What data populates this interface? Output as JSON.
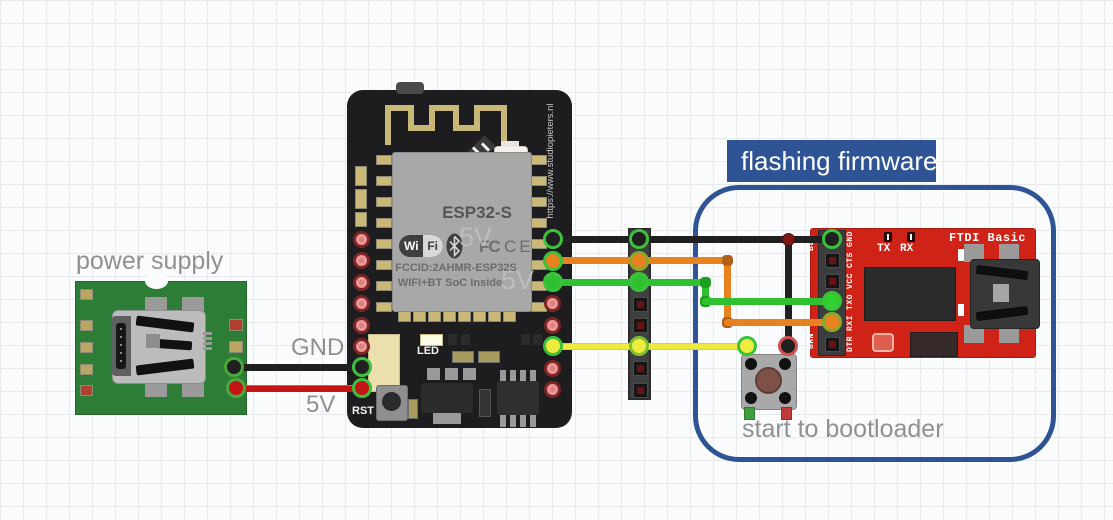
{
  "labels": {
    "power_supply": "power supply",
    "gnd": "GND",
    "v5": "5V",
    "flashing_title": "flashing firmware",
    "bootloader": "start to bootloader"
  },
  "esp32": {
    "name": "ESP32-S",
    "wifi_wi": "Wi",
    "wifi_fi": "Fi",
    "fcc": "FC",
    "ce": "CE",
    "watermark_5v": "5V",
    "fccid_line1": "FCCID:2AHMR-ESP32S",
    "fccid_line2": "WIFI+BT SoC Inside",
    "led": "LED",
    "rst": "RST",
    "url": "https://www.studiopieters.nl"
  },
  "ftdi": {
    "name": "FTDI Basic",
    "tx": "TX",
    "rx": "RX",
    "blk": "BLK",
    "grn": "GRN",
    "pins": [
      "GND",
      "CTS",
      "VCC",
      "TXO",
      "RXI",
      "DTR"
    ]
  },
  "colors": {
    "annotation_blue": "#2f5496",
    "pcb_green": "#2e7d36",
    "pcb_red": "#cf2318",
    "wire_black": "#202020",
    "wire_red": "#c41414",
    "wire_orange": "#e8821e",
    "wire_green": "#2fc12f",
    "wire_yellow": "#f0ec3f"
  }
}
